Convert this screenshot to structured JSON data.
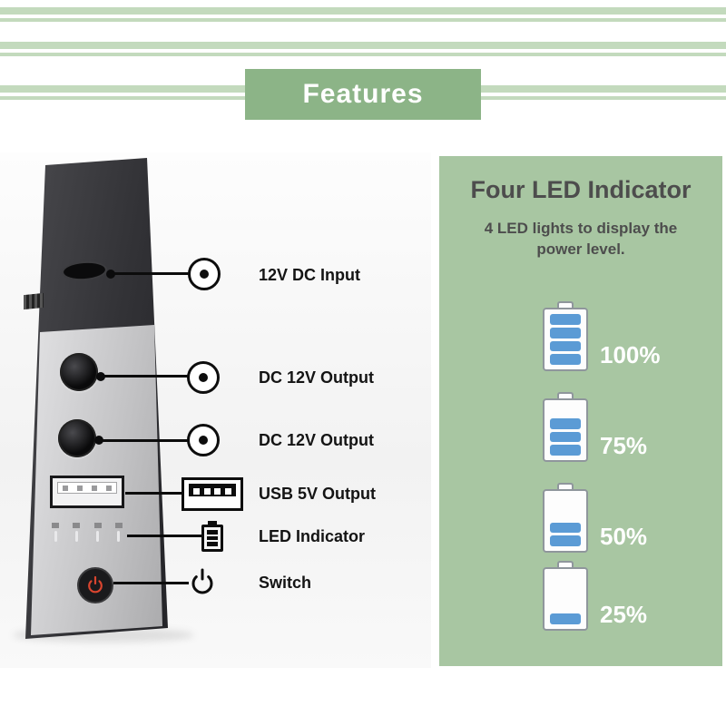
{
  "header": {
    "title": "Features"
  },
  "callouts": [
    {
      "label": "12V DC Input",
      "icon": "dc-port-icon"
    },
    {
      "label": "DC 12V Output",
      "icon": "dc-port-icon"
    },
    {
      "label": "DC 12V Output",
      "icon": "dc-port-icon"
    },
    {
      "label": "USB 5V Output",
      "icon": "usb-port-icon"
    },
    {
      "label": "LED Indicator",
      "icon": "battery-icon"
    },
    {
      "label": "Switch",
      "icon": "power-icon"
    }
  ],
  "panel": {
    "title": "Four LED Indicator",
    "subtitle": "4 LED lights to display the power level.",
    "levels": [
      {
        "percent": "100%",
        "bars": 4
      },
      {
        "percent": "75%",
        "bars": 3
      },
      {
        "percent": "50%",
        "bars": 2
      },
      {
        "percent": "25%",
        "bars": 1
      }
    ]
  },
  "colors": {
    "banner_green": "#8cb487",
    "panel_green": "#a8c6a2",
    "stripe_green": "#c3dabd",
    "bar_blue": "#5b9bd5",
    "switch_red": "#d9452f"
  }
}
